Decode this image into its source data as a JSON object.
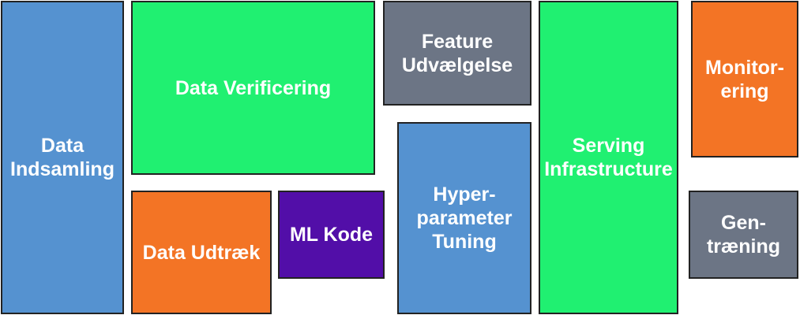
{
  "colors": {
    "blue": "#5592d0",
    "green": "#20f071",
    "gray": "#6c7585",
    "orange": "#f37425",
    "purple": "#520ea8",
    "border": "#222222",
    "text": "#ffffff"
  },
  "blocks": {
    "data_indsamling": "Data\nIndsamling",
    "data_verificering": "Data Verificering",
    "feature_udvaelgelse": "Feature\nUdvælgelse",
    "serving_infrastructure": "Serving\nInfrastructure",
    "monitorering": "Monitor-\nering",
    "data_udtraek": "Data Udtræk",
    "ml_kode": "ML Kode",
    "hyperparameter_tuning": "Hyper-\nparameter\nTuning",
    "gentraening": "Gen-\ntræning"
  }
}
